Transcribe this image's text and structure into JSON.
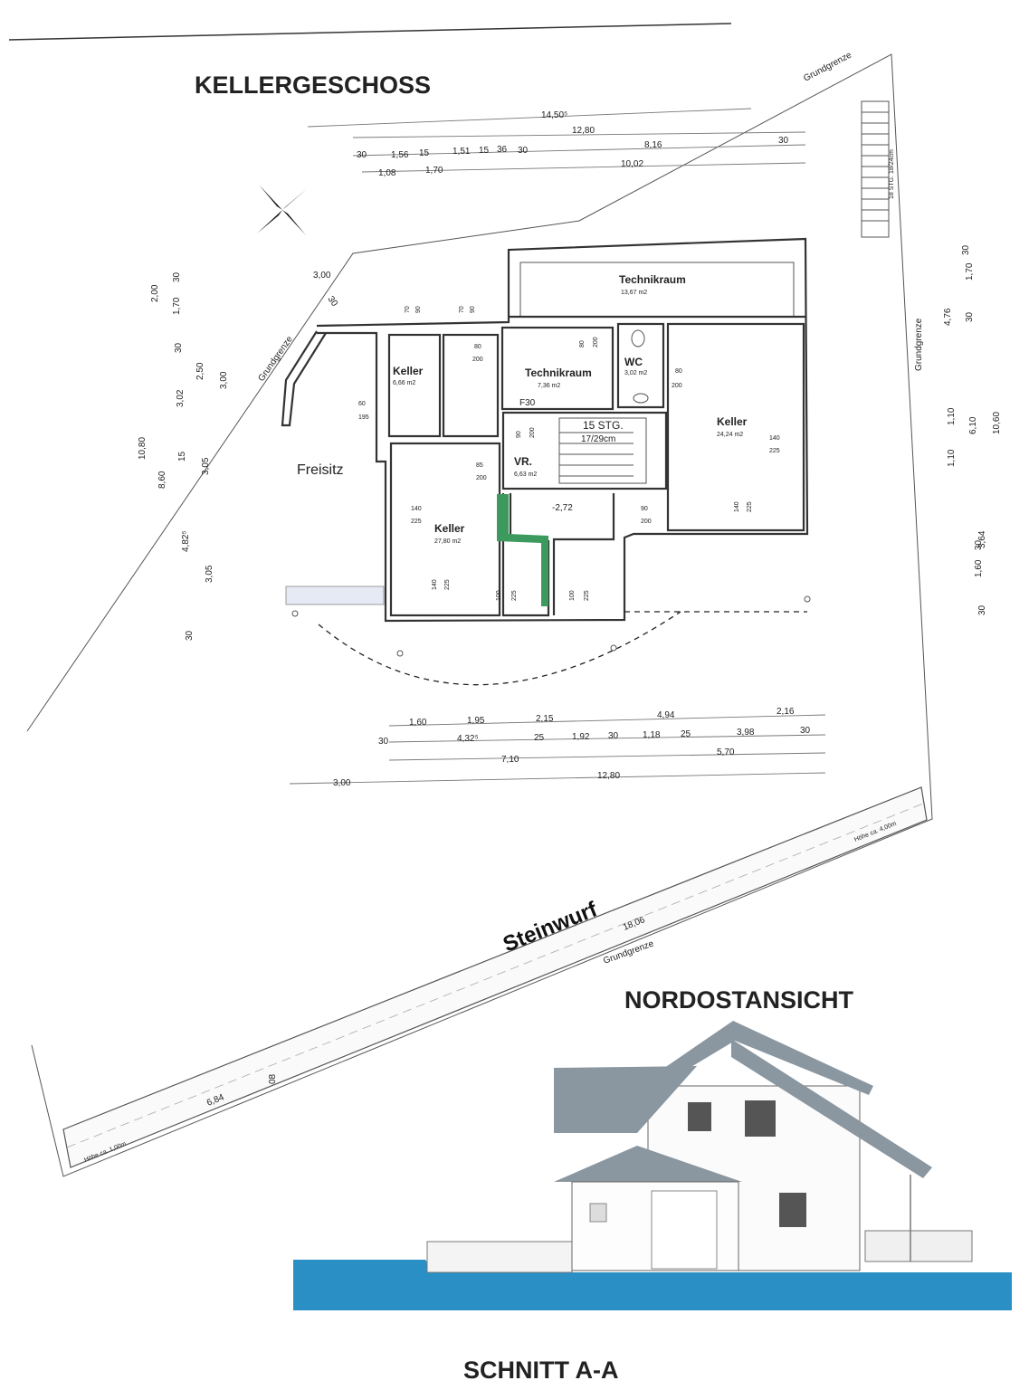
{
  "titles": {
    "floor_plan": "KELLERGESCHOSS",
    "elevation": "NORDOSTANSICHT",
    "section": "SCHNITT   A-A"
  },
  "labels": {
    "boundary": "Grundgrenze",
    "stone": "Steinwurf",
    "height_right": "Höhe ca. 4,00m",
    "height_left": "Höhe ca. 1,00m",
    "stairs_count": "15 STG.",
    "stairs_ratio": "17/29cm",
    "fire_door": "F30",
    "level": "-2,72",
    "stair_side": "18 STG. 18/24cm"
  },
  "rooms": {
    "technikraum_top": {
      "name": "Technikraum",
      "area": "13,67 m2"
    },
    "keller_small": {
      "name": "Keller",
      "area": "6,66 m2"
    },
    "technikraum_mid": {
      "name": "Technikraum",
      "area": "7,36 m2"
    },
    "wc": {
      "name": "WC",
      "area": "3,02 m2"
    },
    "keller_right": {
      "name": "Keller",
      "area": "24,24 m2"
    },
    "vr": {
      "name": "VR.",
      "area": "6,63 m2"
    },
    "keller_main": {
      "name": "Keller",
      "area": "27,80 m2"
    },
    "freisitz": {
      "name": "Freisitz"
    }
  },
  "dims_top": {
    "d1": "14,50⁵",
    "d2": "12,80",
    "d3": "8,16",
    "d4": "30",
    "d5": "30",
    "d6": "1,56",
    "d7": "15",
    "d8": "1,51",
    "d9": "15",
    "d10": "36",
    "d11": "30",
    "d12": "1,08",
    "d13": "1,70",
    "d14": "10,02"
  },
  "dims_left": {
    "l1": "2,00",
    "l2": "1,70",
    "l3": "30",
    "l4": "30",
    "l5": "2,50",
    "l6": "3,00",
    "l7": "3,02",
    "l8": "10,80",
    "l9": "8,60",
    "l10": "15",
    "l11": "3,05",
    "l12": "4,82⁵",
    "l13": "3,05",
    "l14": "30",
    "l15": "3,00",
    "l16": "30"
  },
  "dims_right": {
    "r1": "30",
    "r2": "1,70",
    "r3": "30",
    "r4": "4,76",
    "r5": "1,10",
    "r6": "1,10",
    "r7": "6,10",
    "r8": "10,60",
    "r9": "3,64",
    "r10": "30",
    "r11": "1,60",
    "r12": "30"
  },
  "dims_bottom": {
    "b1": "1,60",
    "b2": "1,95",
    "b3": "2,15",
    "b4": "4,94",
    "b5": "2,16",
    "b6": "30",
    "b7": "4,32⁵",
    "b8": "25",
    "b9": "1,92",
    "b10": "30",
    "b11": "1,18",
    "b12": "25",
    "b13": "3,98",
    "b14": "30",
    "b15": "7,10",
    "b16": "5,70",
    "b17": "3,00",
    "b18": "12,80",
    "b19": "18,06",
    "b20": "6,84",
    "b21": "08"
  },
  "openings": {
    "o1": "70",
    "o2": "90",
    "o3": "70",
    "o4": "90",
    "o5": "80",
    "o6": "200",
    "o7": "80",
    "o8": "200",
    "o9": "80",
    "o10": "200",
    "o11": "60",
    "o12": "195",
    "o13": "90",
    "o14": "200",
    "o15": "85",
    "o16": "200",
    "o17": "140",
    "o18": "225",
    "o19": "140",
    "o20": "225",
    "o21": "90",
    "o22": "200",
    "o23": "140",
    "o24": "225",
    "o25": "140",
    "o26": "225",
    "o27": "100",
    "o28": "225",
    "o29": "100",
    "o30": "225"
  },
  "colors": {
    "ground": "#2a8fc4",
    "roof": "#8a96a0",
    "wall_green": "#3d9a5e"
  }
}
